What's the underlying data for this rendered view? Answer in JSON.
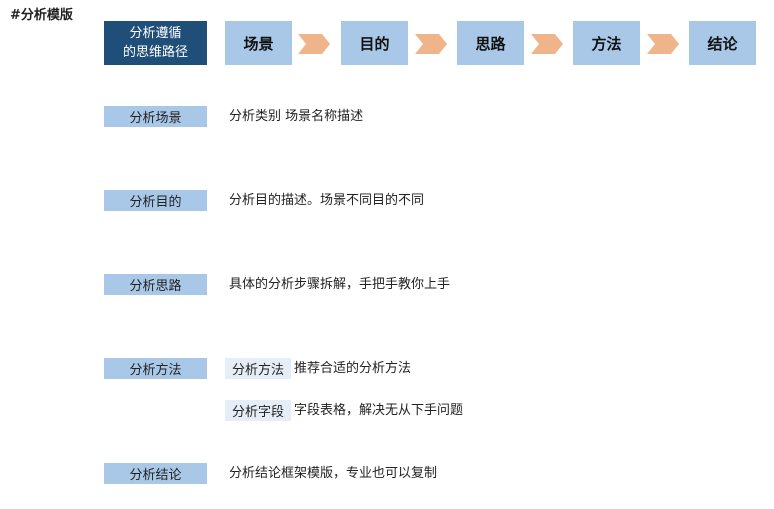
{
  "page_title": "#分析模版",
  "flow": {
    "head_line1": "分析遵循",
    "head_line2": "的思维路径",
    "steps": [
      "场景",
      "目的",
      "思路",
      "方法",
      "结论"
    ],
    "step_color": "#a9c8e8",
    "head_color": "#1f4e79",
    "arrow_color": "#f0b48a"
  },
  "sections": [
    {
      "label": "分析场景",
      "text": "分析类别  场景名称描述"
    },
    {
      "label": "分析目的",
      "text": "分析目的描述。场景不同目的不同"
    },
    {
      "label": "分析思路",
      "text": "具体的分析步骤拆解，手把手教你上手"
    },
    {
      "label": "分析方法",
      "methods": [
        {
          "tag": "分析方法",
          "text": "推荐合适的分析方法"
        },
        {
          "tag": "分析字段",
          "text": "字段表格，解决无从下手问题"
        }
      ]
    },
    {
      "label": "分析结论",
      "text": "分析结论框架模版，专业也可以复制"
    }
  ]
}
